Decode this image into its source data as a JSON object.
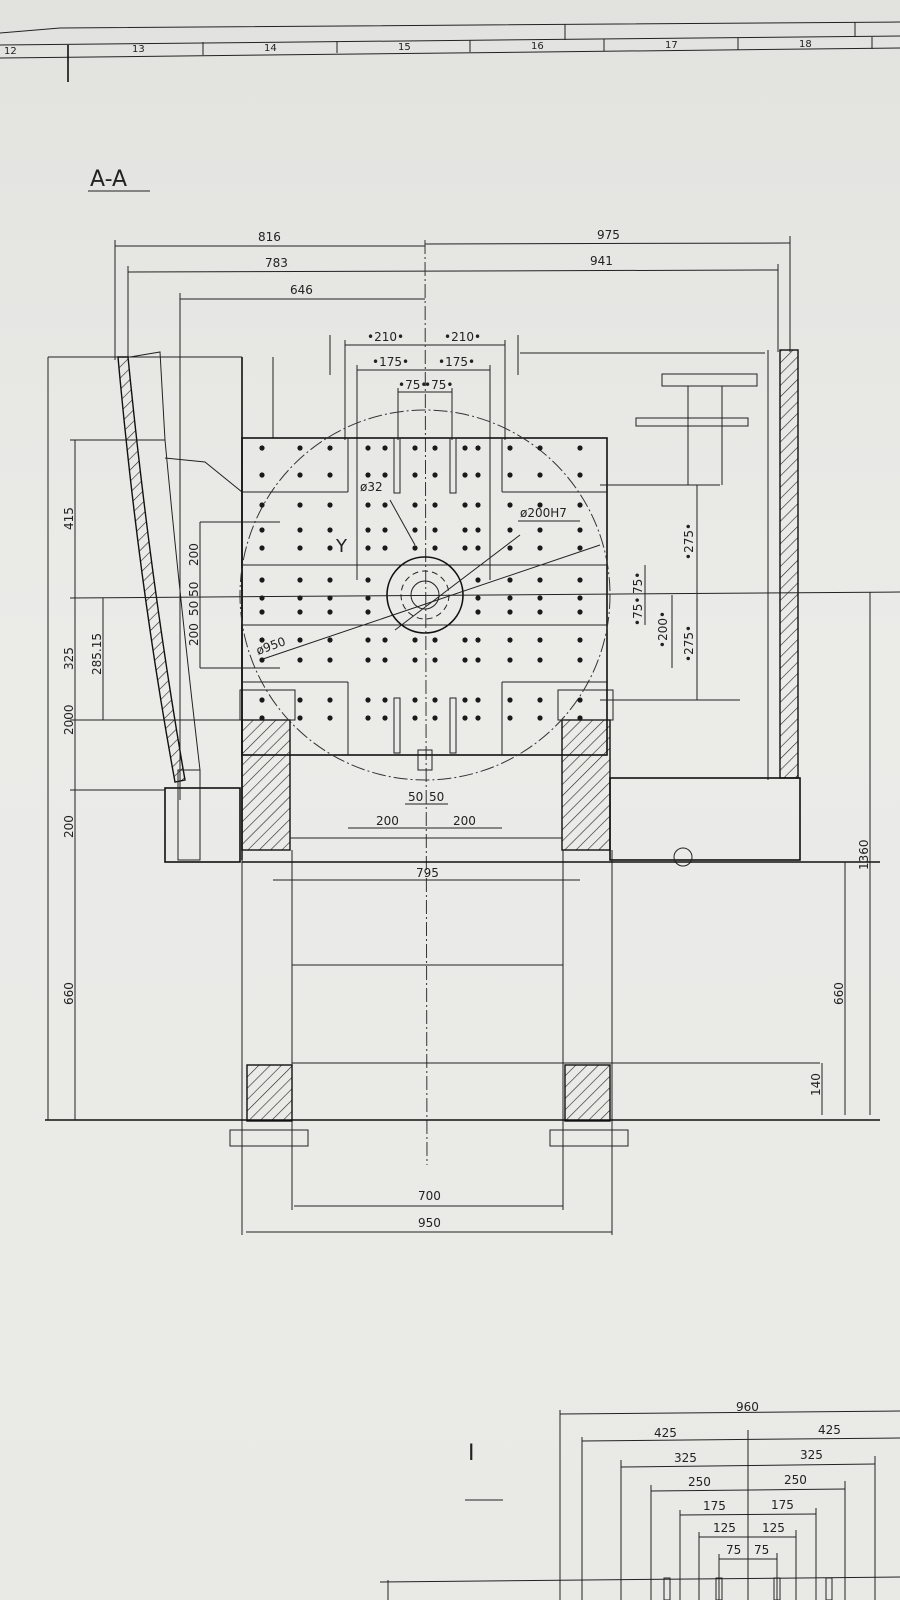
{
  "border": {
    "zones": [
      "12",
      "13",
      "14",
      "15",
      "16",
      "17",
      "18"
    ]
  },
  "section_title": "A-A",
  "top_dims": {
    "d816": "816",
    "d975": "975",
    "d783": "783",
    "d941": "941",
    "d646": "646",
    "d210l": "•210•",
    "d210r": "•210•",
    "d175l": "•175•",
    "d175r": "•175•",
    "d75l": "•75•",
    "d75r": "•75•"
  },
  "callouts": {
    "hole": "ø32",
    "bore": "ø200H7",
    "axis": "Y",
    "table": "ø950"
  },
  "left_dims": {
    "d2000": "2000",
    "d415": "415",
    "d325": "325",
    "d285": "285.15",
    "d200a": "200",
    "d660": "660",
    "t200a": "200",
    "t5050": "50 50",
    "t200b": "200"
  },
  "right_dims": {
    "d275a": "•275•",
    "d275b": "•275•",
    "d200": "•200•",
    "d75a": "•75•",
    "d75b": "75•",
    "d1360": "1360",
    "d660": "660",
    "d140": "140"
  },
  "bottom_dims": {
    "d50l": "50",
    "d50r": "50",
    "d200l": "200",
    "d200r": "200",
    "d795": "795",
    "d700": "700",
    "d950": "950"
  },
  "detail": {
    "marker": "I",
    "d960": "960",
    "d425l": "425",
    "d425r": "425",
    "d325l": "325",
    "d325r": "325",
    "d250l": "250",
    "d250r": "250",
    "d175l": "175",
    "d175r": "175",
    "d125l": "125",
    "d125r": "125",
    "d75l": "75",
    "d75r": "75"
  }
}
